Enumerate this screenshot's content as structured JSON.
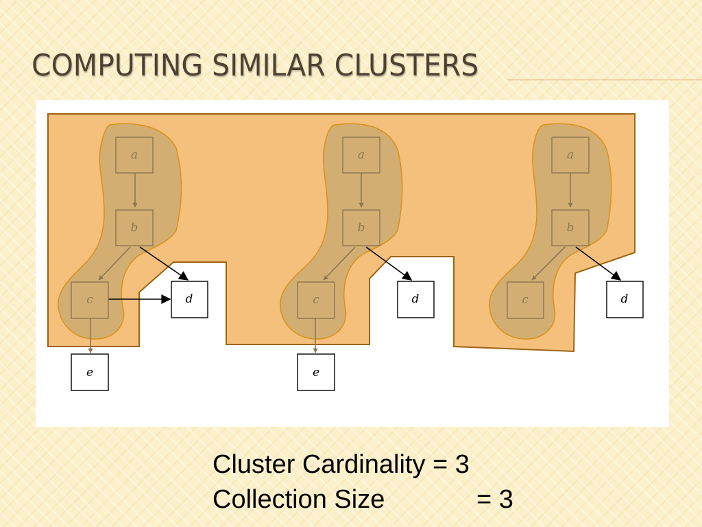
{
  "slide": {
    "title": "Computing Similar Clusters"
  },
  "diagram": {
    "colors": {
      "region_fill": "#f4c07c",
      "region_stroke": "#9c6412",
      "cluster_fill": "#d3ae72",
      "cluster_stroke": "#d9901a",
      "node_stroke_inside": "#8c7650",
      "node_stroke_outside": "#000000",
      "arrow_inside": "#8c7650"
    },
    "graphs": [
      {
        "nodes": [
          "a",
          "b",
          "c",
          "d",
          "e"
        ]
      },
      {
        "nodes": [
          "a",
          "b",
          "c",
          "d",
          "e"
        ]
      },
      {
        "nodes": [
          "a",
          "b",
          "c",
          "d"
        ]
      }
    ]
  },
  "caption": {
    "line1_label": "Cluster Cardinality",
    "line1_value": "= 3",
    "line2_label": "Collection Size",
    "line2_value": "= 3"
  }
}
